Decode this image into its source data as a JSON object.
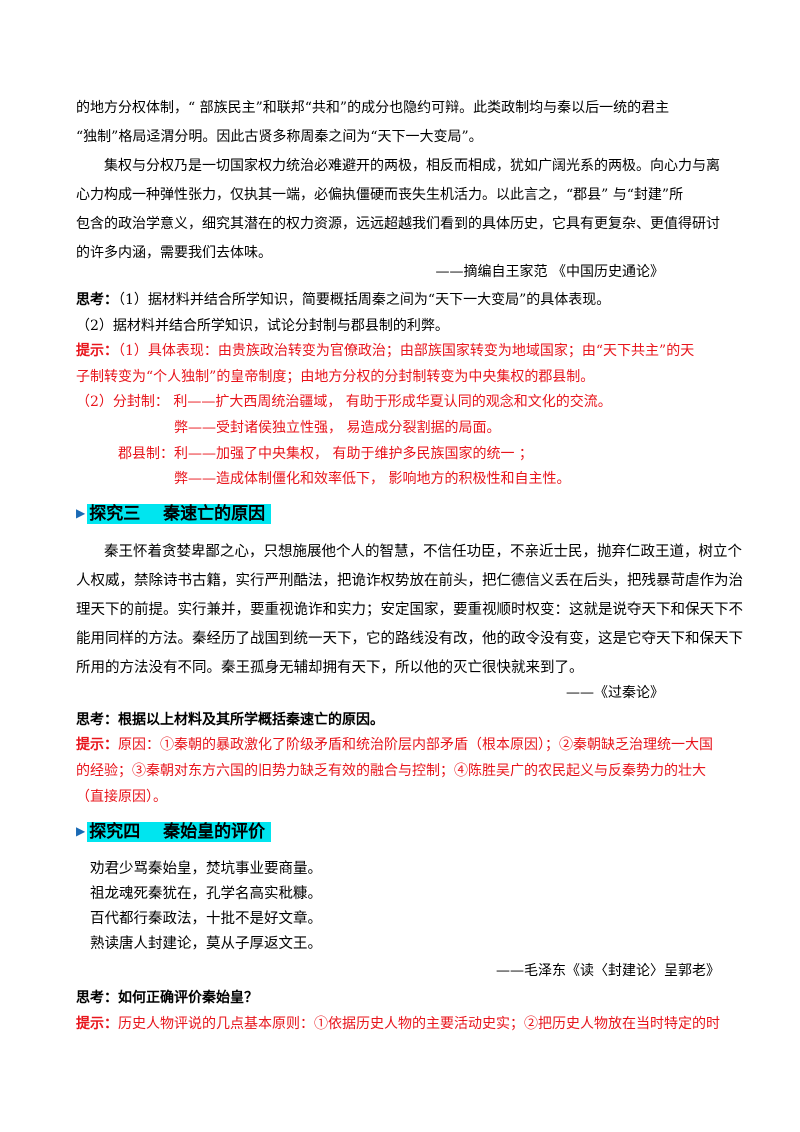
{
  "intro_lines": [
    "的地方分权体制，“ 部族民主”和联邦“共和”的成分也隐约可辩。此类政制均与秦以后一统的君主",
    "“独制”格局迳渭分明。因此古贤多称周秦之间为“天下一大变局”。",
    "集权与分权乃是一切国家权力统治必难避开的两极，相反而相成，犹如广阔光系的两极。向心力与离",
    "心力构成一种弹性张力，仅执其一端，必偏执僵硬而丧失生机活力。以此言之，“郡县” 与“封建”所",
    "包含的政治学意义，细究其潜在的权力资源，远远超越我们看到的具体历史，它具有更复杂、更值得研讨",
    "的许多内涵，需要我们去体味。"
  ],
  "source1": "——摘编自王家范 《中国历史通论》",
  "think1": {
    "label": "思考：",
    "q1": "（1）据材料并结合所学知识，简要概括周秦之间为“天下一大变局”的具体表现。",
    "q2": "（2）据材料并结合所学知识，试论分封制与郡县制的利弊。"
  },
  "hint1": {
    "label": "提示：",
    "line1": "（1）具体表现：由贵族政治转变为官僚政治；由部族国家转变为地域国家；由“天下共主”的天",
    "line2": "子制转变为“个人独制”的皇帝制度；由地方分权的分封制转变为中央集权的郡县制。",
    "line3": "（2）分封制： 利——扩大西周统治疆域， 有助于形成华夏认同的观念和文化的交流。",
    "line4": "弊——受封诸侯独立性强， 易造成分裂割据的局面。",
    "line5": "郡县制：利——加强了中央集权， 有助于维护多民族国家的统一 ；",
    "line6": "弊——造成体制僵化和效率低下， 影响地方的积极性和自主性。"
  },
  "section3": {
    "title": "探究三　 秦速亡的原因"
  },
  "material3": [
    "秦王怀着贪婪卑鄙之心，只想施展他个人的智慧，不信任功臣，不亲近士民，抛弃仁政王道，树立个",
    "人权威，禁除诗书古籍，实行严刑酷法，把诡诈权势放在前头，把仁德信义丢在后头，把残暴苛虐作为治",
    "理天下的前提。实行兼并，要重视诡诈和实力；安定国家，要重视顺时权变：这就是说夺天下和保天下不",
    "能用同样的方法。秦经历了战国到统一天下，它的路线没有改，他的政令没有变，这是它夺天下和保天下",
    "所用的方法没有不同。秦王孤身无辅却拥有天下，所以他的灭亡很快就来到了。"
  ],
  "source3": "——《过秦论》",
  "think3": "思考：根据以上材料及其所学概括秦速亡的原因。",
  "hint3": {
    "label": "提示：",
    "line1": "原因：①秦朝的暴政激化了阶级矛盾和统治阶层内部矛盾（根本原因）；②秦朝缺乏治理统一大国",
    "line2": "的经验；③秦朝对东方六国的旧势力缺乏有效的融合与控制；④陈胜吴广的农民起义与反秦势力的壮大",
    "line3": "（直接原因）。"
  },
  "section4": {
    "title": "探究四　 秦始皇的评价"
  },
  "poem": [
    "劝君少骂秦始皇，焚坑事业要商量。",
    "祖龙魂死秦犹在，孔学名高实秕糠。",
    "百代都行秦政法，十批不是好文章。",
    "熟读唐人封建论，莫从子厚返文王。"
  ],
  "source4": "——毛泽东《读〈封建论〉呈郭老》",
  "think4": "思考：如何正确评价秦始皇？",
  "hint4": {
    "label": "提示：",
    "line1": "历史人物评说的几点基本原则：①依据历史人物的主要活动史实；②把历史人物放在当时特定的时"
  },
  "colors": {
    "hint_red": "#e8141b",
    "section_highlight": "#00e5ef",
    "arrow_blue": "#1a6ab5"
  }
}
